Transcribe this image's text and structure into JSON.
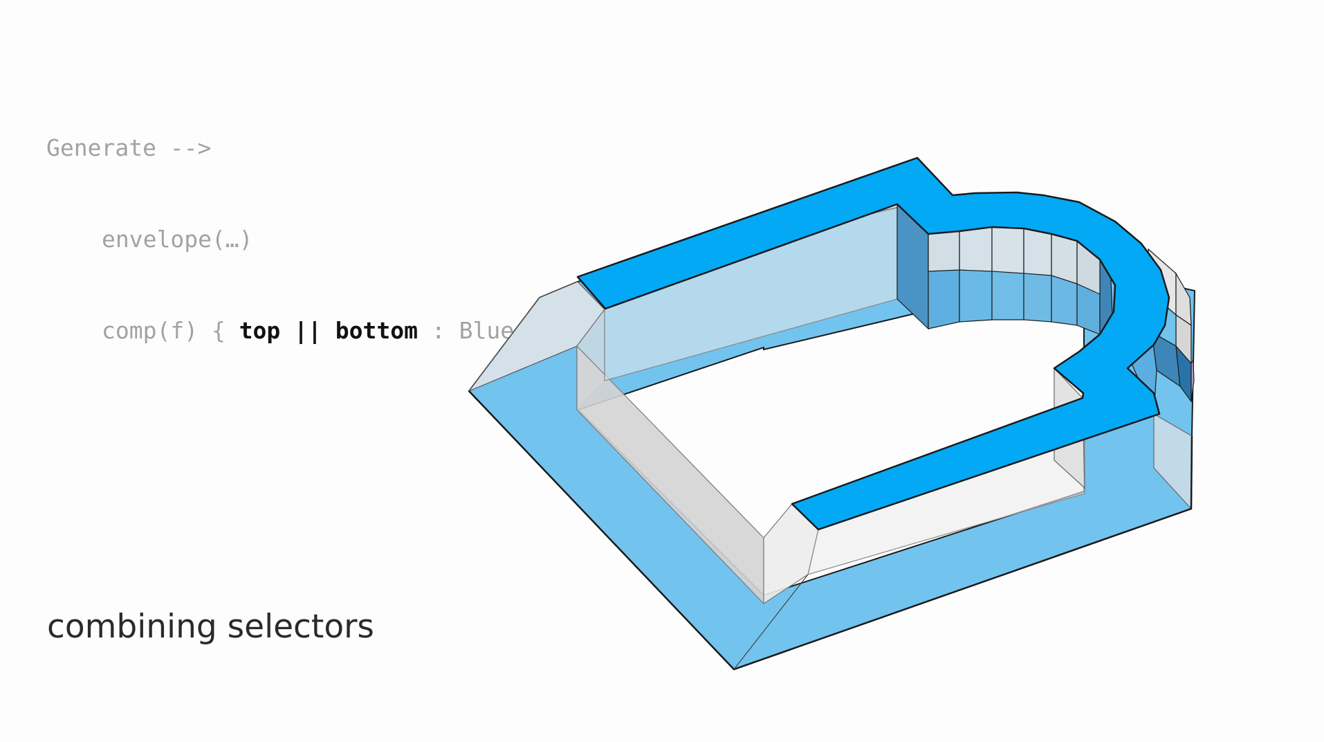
{
  "code": {
    "line1": "Generate -->",
    "line2": "envelope(…)",
    "line3_pre": "comp(f) { ",
    "selector_top": "top",
    "operator": "||",
    "selector_bottom": "bottom",
    "line3_post": " : Blue }"
  },
  "caption": "combining selectors",
  "colors": {
    "selected_face": "#03a9f5",
    "bottom_face": "#73c3ef",
    "inner_face": "#4a93c4",
    "side_face_grey": "#e6e6e6",
    "background": "#fdfdfd"
  }
}
